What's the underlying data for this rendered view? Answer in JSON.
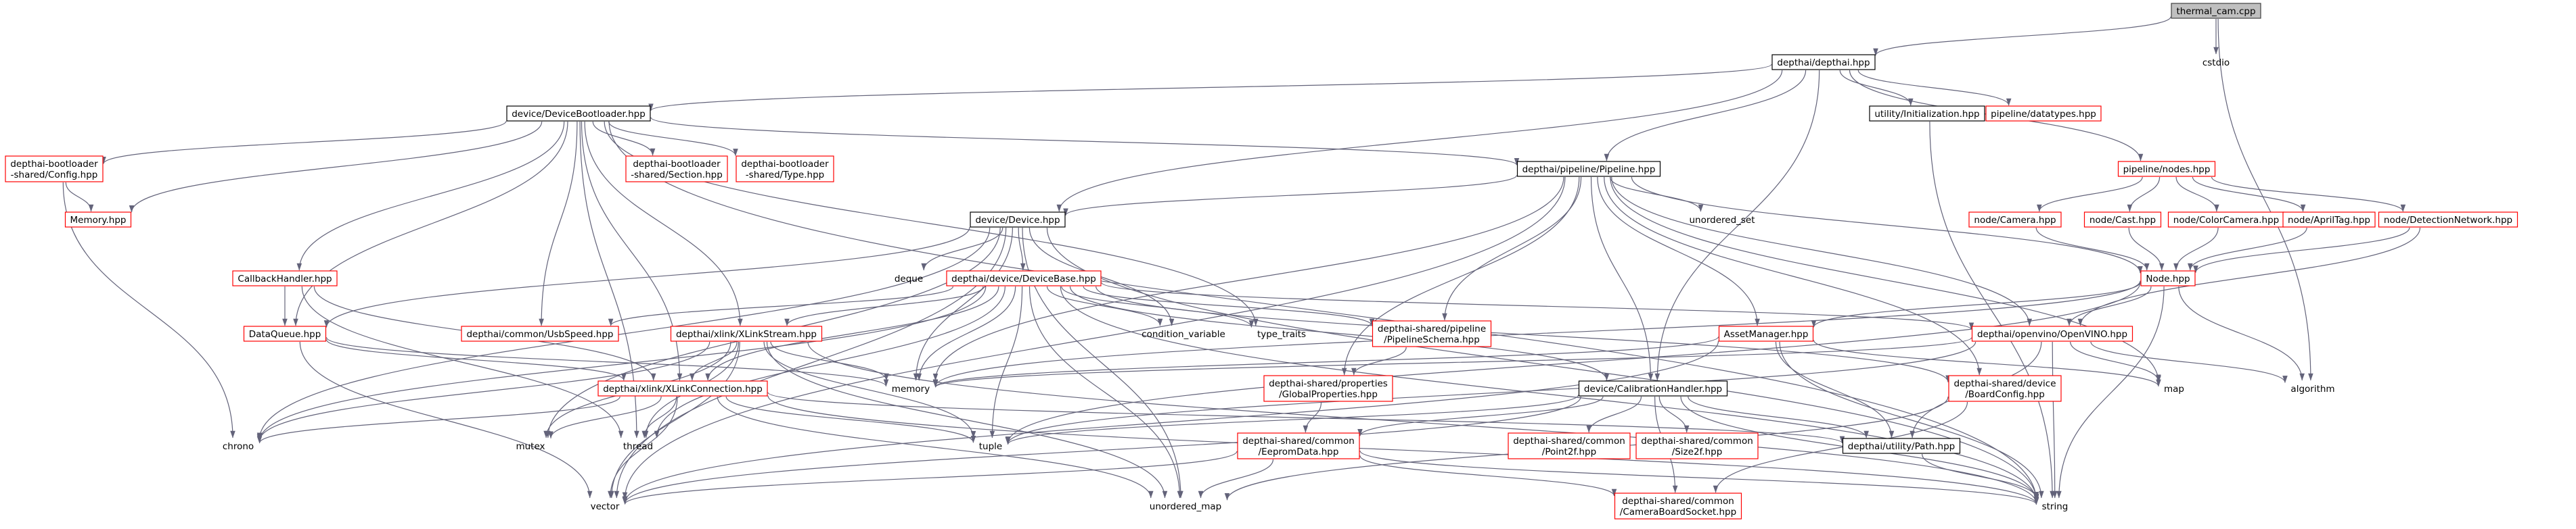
{
  "colors": {
    "root_fill": "#bfbfbf",
    "root_border": "#404040",
    "internal_border": "#000000",
    "undocumented_border": "#ff0000",
    "edge": "#63637a",
    "background": "#ffffff"
  },
  "nodes": [
    {
      "id": "thermal_cam",
      "kind": "root",
      "lines": [
        "thermal_cam.cpp"
      ]
    },
    {
      "id": "depthai_hpp",
      "kind": "internal",
      "lines": [
        "depthai/depthai.hpp"
      ]
    },
    {
      "id": "cstdio",
      "kind": "system",
      "lines": [
        "cstdio"
      ]
    },
    {
      "id": "devboot",
      "kind": "internal",
      "lines": [
        "device/DeviceBootloader.hpp"
      ]
    },
    {
      "id": "utilinit",
      "kind": "internal",
      "lines": [
        "utility/Initialization.hpp"
      ]
    },
    {
      "id": "datatypes",
      "kind": "undocumented",
      "lines": [
        "pipeline/datatypes.hpp"
      ]
    },
    {
      "id": "bl_config",
      "kind": "undocumented",
      "lines": [
        "depthai-bootloader",
        "-shared/Config.hpp"
      ]
    },
    {
      "id": "memory_hpp",
      "kind": "undocumented",
      "lines": [
        "Memory.hpp"
      ]
    },
    {
      "id": "bl_section",
      "kind": "undocumented",
      "lines": [
        "depthai-bootloader",
        "-shared/Section.hpp"
      ]
    },
    {
      "id": "bl_type",
      "kind": "undocumented",
      "lines": [
        "depthai-bootloader",
        "-shared/Type.hpp"
      ]
    },
    {
      "id": "pipeline_hpp",
      "kind": "internal",
      "lines": [
        "depthai/pipeline/Pipeline.hpp"
      ]
    },
    {
      "id": "nodes_hpp",
      "kind": "undocumented",
      "lines": [
        "pipeline/nodes.hpp"
      ]
    },
    {
      "id": "device_hpp",
      "kind": "internal",
      "lines": [
        "device/Device.hpp"
      ]
    },
    {
      "id": "unordered_set",
      "kind": "system",
      "lines": [
        "unordered_set"
      ]
    },
    {
      "id": "node_camera",
      "kind": "undocumented",
      "lines": [
        "node/Camera.hpp"
      ]
    },
    {
      "id": "node_cast",
      "kind": "undocumented",
      "lines": [
        "node/Cast.hpp"
      ]
    },
    {
      "id": "node_colorcam",
      "kind": "undocumented",
      "lines": [
        "node/ColorCamera.hpp"
      ]
    },
    {
      "id": "node_apriltag",
      "kind": "undocumented",
      "lines": [
        "node/AprilTag.hpp"
      ]
    },
    {
      "id": "node_detnet",
      "kind": "undocumented",
      "lines": [
        "node/DetectionNetwork.hpp"
      ]
    },
    {
      "id": "callback",
      "kind": "undocumented",
      "lines": [
        "CallbackHandler.hpp"
      ]
    },
    {
      "id": "deque",
      "kind": "system",
      "lines": [
        "deque"
      ]
    },
    {
      "id": "devbase",
      "kind": "undocumented",
      "lines": [
        "depthai/device/DeviceBase.hpp"
      ]
    },
    {
      "id": "node_hpp",
      "kind": "undocumented",
      "lines": [
        "Node.hpp"
      ]
    },
    {
      "id": "dataqueue",
      "kind": "undocumented",
      "lines": [
        "DataQueue.hpp"
      ]
    },
    {
      "id": "usbspeed",
      "kind": "undocumented",
      "lines": [
        "depthai/common/UsbSpeed.hpp"
      ]
    },
    {
      "id": "xlinkstream",
      "kind": "undocumented",
      "lines": [
        "depthai/xlink/XLinkStream.hpp"
      ]
    },
    {
      "id": "condvar",
      "kind": "system",
      "lines": [
        "condition_variable"
      ]
    },
    {
      "id": "type_traits",
      "kind": "system",
      "lines": [
        "type_traits"
      ]
    },
    {
      "id": "pipelineschema",
      "kind": "undocumented",
      "lines": [
        "depthai-shared/pipeline",
        "/PipelineSchema.hpp"
      ]
    },
    {
      "id": "assetmanager",
      "kind": "undocumented",
      "lines": [
        "AssetManager.hpp"
      ]
    },
    {
      "id": "openvino",
      "kind": "undocumented",
      "lines": [
        "depthai/openvino/OpenVINO.hpp"
      ]
    },
    {
      "id": "memory",
      "kind": "system",
      "lines": [
        "memory"
      ]
    },
    {
      "id": "xlinkconn",
      "kind": "undocumented",
      "lines": [
        "depthai/xlink/XLinkConnection.hpp"
      ]
    },
    {
      "id": "globalprops",
      "kind": "undocumented",
      "lines": [
        "depthai-shared/properties",
        "/GlobalProperties.hpp"
      ]
    },
    {
      "id": "calibhandler",
      "kind": "internal",
      "lines": [
        "device/CalibrationHandler.hpp"
      ]
    },
    {
      "id": "boardconfig",
      "kind": "undocumented",
      "lines": [
        "depthai-shared/device",
        "/BoardConfig.hpp"
      ]
    },
    {
      "id": "map",
      "kind": "system",
      "lines": [
        "map"
      ]
    },
    {
      "id": "algorithm",
      "kind": "system",
      "lines": [
        "algorithm"
      ]
    },
    {
      "id": "chrono",
      "kind": "system",
      "lines": [
        "chrono"
      ]
    },
    {
      "id": "mutex",
      "kind": "system",
      "lines": [
        "mutex"
      ]
    },
    {
      "id": "thread",
      "kind": "system",
      "lines": [
        "thread"
      ]
    },
    {
      "id": "tuple",
      "kind": "system",
      "lines": [
        "tuple"
      ]
    },
    {
      "id": "eeprom",
      "kind": "undocumented",
      "lines": [
        "depthai-shared/common",
        "/EepromData.hpp"
      ]
    },
    {
      "id": "point2f",
      "kind": "undocumented",
      "lines": [
        "depthai-shared/common",
        "/Point2f.hpp"
      ]
    },
    {
      "id": "size2f",
      "kind": "undocumented",
      "lines": [
        "depthai-shared/common",
        "/Size2f.hpp"
      ]
    },
    {
      "id": "pathhpp",
      "kind": "internal",
      "lines": [
        "depthai/utility/Path.hpp"
      ]
    },
    {
      "id": "vector",
      "kind": "system",
      "lines": [
        "vector"
      ]
    },
    {
      "id": "unordered_map",
      "kind": "system",
      "lines": [
        "unordered_map"
      ]
    },
    {
      "id": "camsocket",
      "kind": "undocumented",
      "lines": [
        "depthai-shared/common",
        "/CameraBoardSocket.hpp"
      ]
    },
    {
      "id": "string",
      "kind": "system",
      "lines": [
        "string"
      ]
    }
  ],
  "edges": [
    [
      "thermal_cam",
      "depthai_hpp"
    ],
    [
      "thermal_cam",
      "cstdio"
    ],
    [
      "thermal_cam",
      "algorithm"
    ],
    [
      "depthai_hpp",
      "devboot"
    ],
    [
      "depthai_hpp",
      "utilinit"
    ],
    [
      "depthai_hpp",
      "datatypes"
    ],
    [
      "depthai_hpp",
      "pipeline_hpp"
    ],
    [
      "depthai_hpp",
      "device_hpp"
    ],
    [
      "depthai_hpp",
      "nodes_hpp"
    ],
    [
      "depthai_hpp",
      "calibhandler"
    ],
    [
      "devboot",
      "bl_config"
    ],
    [
      "devboot",
      "memory_hpp"
    ],
    [
      "devboot",
      "bl_section"
    ],
    [
      "devboot",
      "bl_type"
    ],
    [
      "devboot",
      "pipeline_hpp"
    ],
    [
      "devboot",
      "callback"
    ],
    [
      "devboot",
      "dataqueue"
    ],
    [
      "devboot",
      "usbspeed"
    ],
    [
      "devboot",
      "xlinkstream"
    ],
    [
      "devboot",
      "xlinkconn"
    ],
    [
      "devboot",
      "type_traits"
    ],
    [
      "devboot",
      "thread"
    ],
    [
      "devboot",
      "string"
    ],
    [
      "bl_config",
      "memory_hpp"
    ],
    [
      "bl_config",
      "chrono"
    ],
    [
      "utilinit",
      "string"
    ],
    [
      "pipeline_hpp",
      "device_hpp"
    ],
    [
      "pipeline_hpp",
      "unordered_set"
    ],
    [
      "pipeline_hpp",
      "node_hpp"
    ],
    [
      "pipeline_hpp",
      "pipelineschema"
    ],
    [
      "pipeline_hpp",
      "assetmanager"
    ],
    [
      "pipeline_hpp",
      "openvino"
    ],
    [
      "pipeline_hpp",
      "globalprops"
    ],
    [
      "pipeline_hpp",
      "calibhandler"
    ],
    [
      "pipeline_hpp",
      "boardconfig"
    ],
    [
      "pipeline_hpp",
      "map"
    ],
    [
      "pipeline_hpp",
      "memory"
    ],
    [
      "pipeline_hpp",
      "vector"
    ],
    [
      "nodes_hpp",
      "node_camera"
    ],
    [
      "nodes_hpp",
      "node_cast"
    ],
    [
      "nodes_hpp",
      "node_colorcam"
    ],
    [
      "nodes_hpp",
      "node_apriltag"
    ],
    [
      "nodes_hpp",
      "node_detnet"
    ],
    [
      "node_camera",
      "node_hpp"
    ],
    [
      "node_cast",
      "node_hpp"
    ],
    [
      "node_colorcam",
      "node_hpp"
    ],
    [
      "node_apriltag",
      "node_hpp"
    ],
    [
      "node_detnet",
      "node_hpp"
    ],
    [
      "node_detnet",
      "openvino"
    ],
    [
      "device_hpp",
      "devbase"
    ],
    [
      "device_hpp",
      "deque"
    ],
    [
      "device_hpp",
      "dataqueue"
    ],
    [
      "device_hpp",
      "memory"
    ],
    [
      "device_hpp",
      "condvar"
    ],
    [
      "device_hpp",
      "unordered_map"
    ],
    [
      "device_hpp",
      "string"
    ],
    [
      "device_hpp",
      "chrono"
    ],
    [
      "device_hpp",
      "mutex"
    ],
    [
      "device_hpp",
      "vector"
    ],
    [
      "callback",
      "dataqueue"
    ],
    [
      "callback",
      "xlinkconn"
    ],
    [
      "callback",
      "thread"
    ],
    [
      "devbase",
      "usbspeed"
    ],
    [
      "devbase",
      "xlinkstream"
    ],
    [
      "devbase",
      "xlinkconn"
    ],
    [
      "devbase",
      "condvar"
    ],
    [
      "devbase",
      "type_traits"
    ],
    [
      "devbase",
      "pipelineschema"
    ],
    [
      "devbase",
      "openvino"
    ],
    [
      "devbase",
      "calibhandler"
    ],
    [
      "devbase",
      "boardconfig"
    ],
    [
      "devbase",
      "memory"
    ],
    [
      "devbase",
      "chrono"
    ],
    [
      "devbase",
      "thread"
    ],
    [
      "devbase",
      "tuple"
    ],
    [
      "devbase",
      "unordered_map"
    ],
    [
      "devbase",
      "string"
    ],
    [
      "node_hpp",
      "assetmanager"
    ],
    [
      "node_hpp",
      "openvino"
    ],
    [
      "node_hpp",
      "algorithm"
    ],
    [
      "node_hpp",
      "string"
    ],
    [
      "node_hpp",
      "memory"
    ],
    [
      "node_hpp",
      "tuple"
    ],
    [
      "dataqueue",
      "xlinkconn"
    ],
    [
      "dataqueue",
      "memory"
    ],
    [
      "dataqueue",
      "vector"
    ],
    [
      "xlinkstream",
      "xlinkconn"
    ],
    [
      "xlinkstream",
      "memory"
    ],
    [
      "xlinkstream",
      "mutex"
    ],
    [
      "xlinkstream",
      "thread"
    ],
    [
      "xlinkstream",
      "tuple"
    ],
    [
      "xlinkstream",
      "vector"
    ],
    [
      "xlinkstream",
      "unordered_map"
    ],
    [
      "xlinkstream",
      "string"
    ],
    [
      "xlinkstream",
      "chrono"
    ],
    [
      "pipelineschema",
      "globalprops"
    ],
    [
      "assetmanager",
      "pathhpp"
    ],
    [
      "assetmanager",
      "map"
    ],
    [
      "assetmanager",
      "memory"
    ],
    [
      "assetmanager",
      "string"
    ],
    [
      "assetmanager",
      "vector"
    ],
    [
      "openvino",
      "pathhpp"
    ],
    [
      "openvino",
      "map"
    ],
    [
      "openvino",
      "algorithm"
    ],
    [
      "openvino",
      "string"
    ],
    [
      "openvino",
      "tuple"
    ],
    [
      "openvino",
      "memory"
    ],
    [
      "xlinkconn",
      "pathhpp"
    ],
    [
      "xlinkconn",
      "chrono"
    ],
    [
      "xlinkconn",
      "mutex"
    ],
    [
      "xlinkconn",
      "thread"
    ],
    [
      "xlinkconn",
      "tuple"
    ],
    [
      "xlinkconn",
      "vector"
    ],
    [
      "xlinkconn",
      "unordered_map"
    ],
    [
      "xlinkconn",
      "string"
    ],
    [
      "globalprops",
      "eeprom"
    ],
    [
      "calibhandler",
      "eeprom"
    ],
    [
      "calibhandler",
      "point2f"
    ],
    [
      "calibhandler",
      "size2f"
    ],
    [
      "calibhandler",
      "pathhpp"
    ],
    [
      "calibhandler",
      "camsocket"
    ],
    [
      "calibhandler",
      "string"
    ],
    [
      "calibhandler",
      "tuple"
    ],
    [
      "calibhandler",
      "vector"
    ],
    [
      "boardconfig",
      "camsocket"
    ],
    [
      "boardconfig",
      "unordered_map"
    ],
    [
      "eeprom",
      "camsocket"
    ],
    [
      "eeprom",
      "vector"
    ],
    [
      "eeprom",
      "unordered_map"
    ],
    [
      "eeprom",
      "string"
    ],
    [
      "pathhpp",
      "string"
    ]
  ]
}
